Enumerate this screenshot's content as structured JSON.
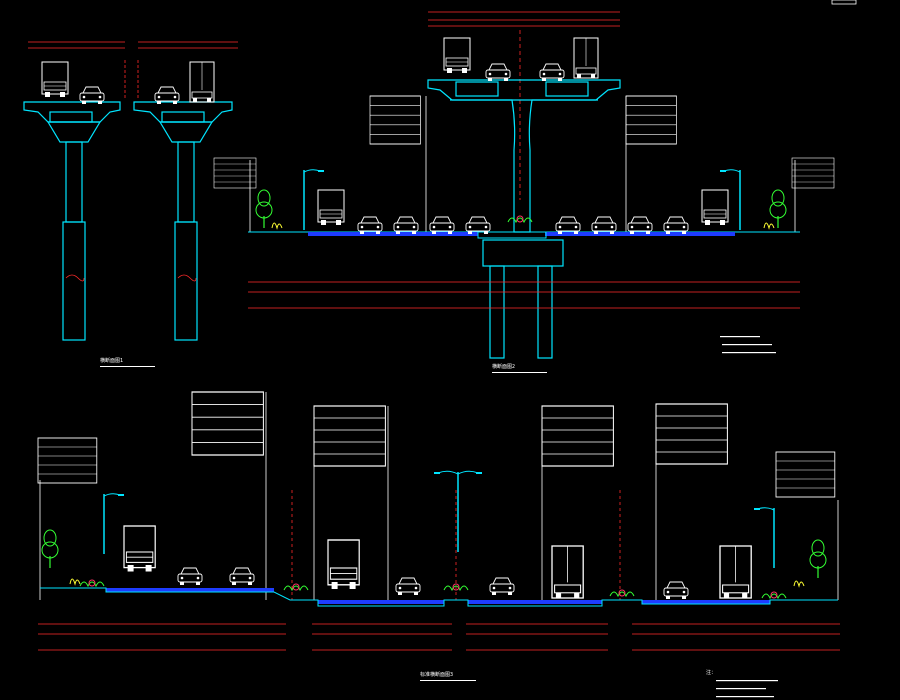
{
  "drawing": {
    "background": "#000000",
    "colors": {
      "structure": "#00e5ff",
      "dimension": "#ff2a2a",
      "road_surface": "#1e3cff",
      "text": "#ffffff",
      "vehicle": "#ffffff",
      "tree": "#33ff33",
      "shrub": "#ffff33",
      "flower": "#ff3366",
      "guardrail": "#ff66cc"
    },
    "section_titles": [
      "横断面图1",
      "横断面图2",
      "标准横断面图3"
    ],
    "notes_heading": "注："
  },
  "icons": {
    "truck": "truck-icon",
    "car": "car-icon",
    "street_lamp": "street-lamp-icon",
    "tree": "tree-icon",
    "shrub": "shrub-icon",
    "flower_bed": "flower-bed-icon"
  }
}
